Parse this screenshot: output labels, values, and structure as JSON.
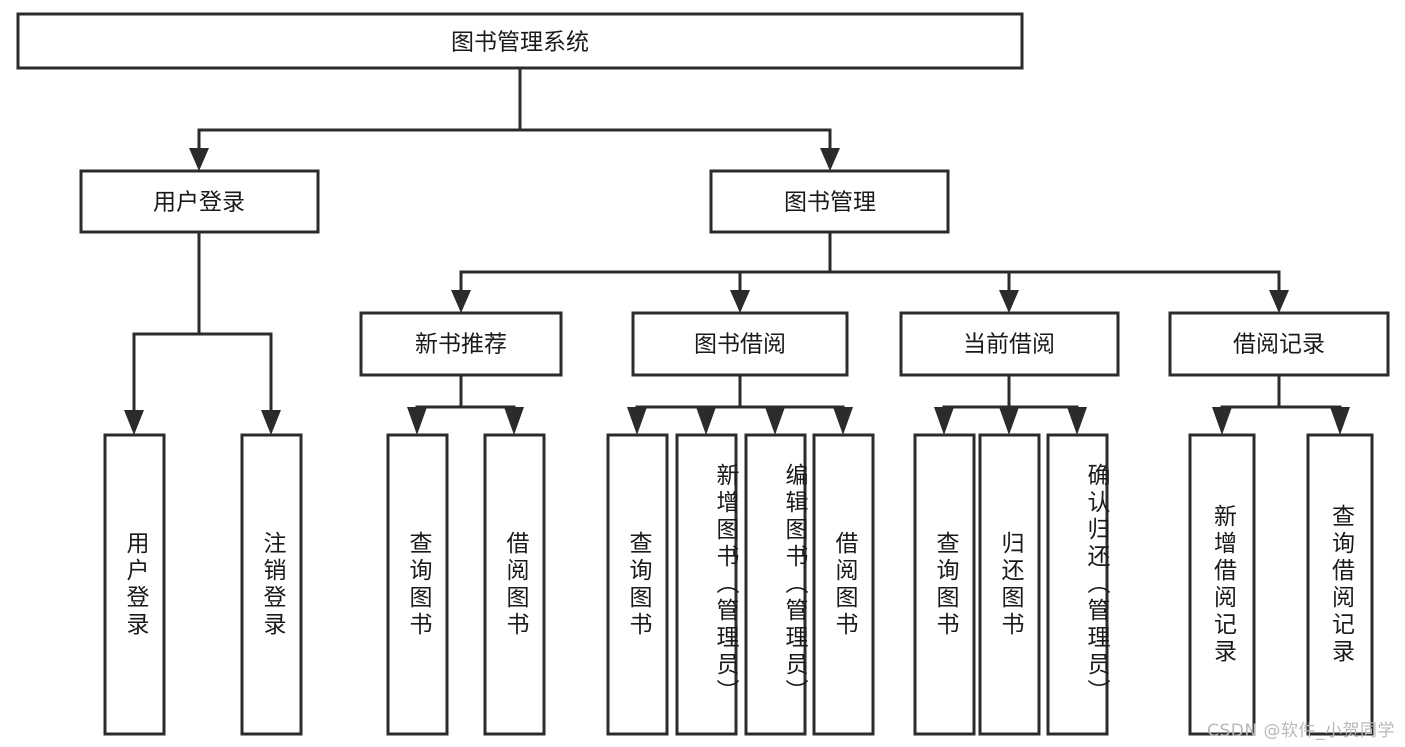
{
  "diagram": {
    "title": "图书管理系统",
    "type": "tree-hierarchy",
    "root": {
      "label": "图书管理系统"
    },
    "level2": [
      {
        "label": "用户登录"
      },
      {
        "label": "图书管理"
      }
    ],
    "level3": [
      {
        "label": "新书推荐"
      },
      {
        "label": "图书借阅"
      },
      {
        "label": "当前借阅"
      },
      {
        "label": "借阅记录"
      }
    ],
    "leaves": {
      "user_login": [
        {
          "label": "用户登录"
        },
        {
          "label": "注销登录"
        }
      ],
      "new_book_recommend": [
        {
          "label": "查询图书"
        },
        {
          "label": "借阅图书"
        }
      ],
      "book_borrow": [
        {
          "label": "查询图书"
        },
        {
          "label": "新增图书（管理员）"
        },
        {
          "label": "编辑图书（管理员）"
        },
        {
          "label": "借阅图书"
        }
      ],
      "current_borrow": [
        {
          "label": "查询图书"
        },
        {
          "label": "归还图书"
        },
        {
          "label": "确认归还（管理员）"
        }
      ],
      "borrow_record": [
        {
          "label": "新增借阅记录"
        },
        {
          "label": "查询借阅记录"
        }
      ]
    }
  },
  "watermark": {
    "text": "CSDN @软件_小贺同学"
  },
  "colors": {
    "stroke": "#2b2b2b",
    "fill": "#ffffff",
    "text": "#1a1a1a",
    "watermark": "#b9b9b9"
  }
}
